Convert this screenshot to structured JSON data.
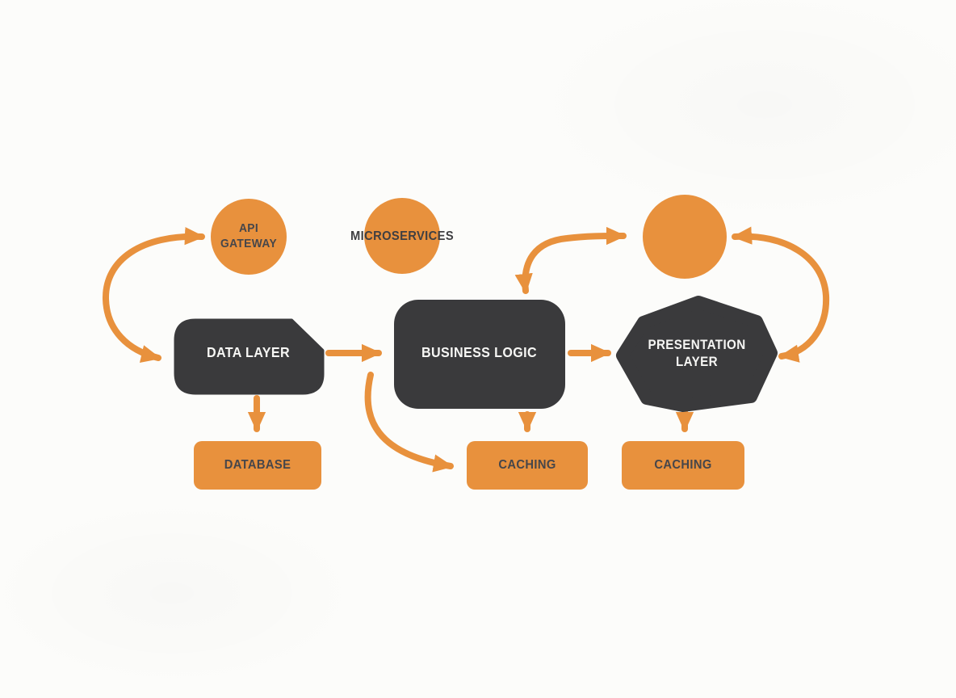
{
  "diagram": {
    "type": "architecture-flowchart",
    "colors": {
      "orange": "#E8913D",
      "dark": "#3A3A3C",
      "background": "#FCFCFA",
      "label_on_orange": "#46464A",
      "label_on_dark": "#F6F6F4"
    },
    "nodes": {
      "api_gateway": {
        "label": "API GATEWAY",
        "shape": "circle",
        "fill": "orange"
      },
      "microservices": {
        "label": "MICROSERVICES",
        "shape": "circle",
        "fill": "orange"
      },
      "unlabeled_circle": {
        "label": "",
        "shape": "circle",
        "fill": "orange"
      },
      "data_layer": {
        "label": "DATA LAYER",
        "shape": "notched-rectangle",
        "fill": "dark"
      },
      "business_logic": {
        "label": "BUSINESS LOGIC",
        "shape": "rounded-rectangle",
        "fill": "dark"
      },
      "presentation_layer": {
        "label": "PRESENTATION LAYER",
        "shape": "irregular-polygon",
        "fill": "dark"
      },
      "database": {
        "label": "DATABASE",
        "shape": "rounded-rectangle",
        "fill": "orange"
      },
      "caching_left": {
        "label": "CACHING",
        "shape": "rounded-rectangle",
        "fill": "orange"
      },
      "caching_right": {
        "label": "CACHING",
        "shape": "rounded-rectangle",
        "fill": "orange"
      }
    },
    "edges": [
      {
        "name": "left-curve",
        "style": "curved",
        "heads": [
          "api_gateway",
          "data_layer"
        ],
        "description": "C-curve with arrowheads into API Gateway and Data Layer"
      },
      {
        "name": "data-layer-to-business-logic",
        "style": "straight",
        "from": "data_layer",
        "to": "business_logic"
      },
      {
        "name": "business-logic-to-presentation-layer",
        "style": "straight",
        "from": "business_logic",
        "to": "presentation_layer"
      },
      {
        "name": "data-layer-to-database",
        "style": "straight",
        "from": "data_layer",
        "to": "database"
      },
      {
        "name": "business-logic-to-caching",
        "style": "straight",
        "from": "business_logic",
        "to": "caching_left"
      },
      {
        "name": "presentation-layer-to-caching",
        "style": "straight",
        "from": "presentation_layer",
        "to": "caching_right"
      },
      {
        "name": "business-logic-curve-to-caching",
        "style": "curved",
        "from": "business_logic",
        "to": "caching_left"
      },
      {
        "name": "top-curve",
        "style": "curved",
        "heads": [
          "business_logic",
          "unlabeled_circle"
        ],
        "description": "curve with arrowheads into Business Logic top and unlabeled circle"
      },
      {
        "name": "right-curve",
        "style": "curved",
        "heads": [
          "unlabeled_circle",
          "presentation_layer"
        ],
        "description": "C-curve with arrowheads into unlabeled circle and Presentation Layer"
      }
    ]
  }
}
